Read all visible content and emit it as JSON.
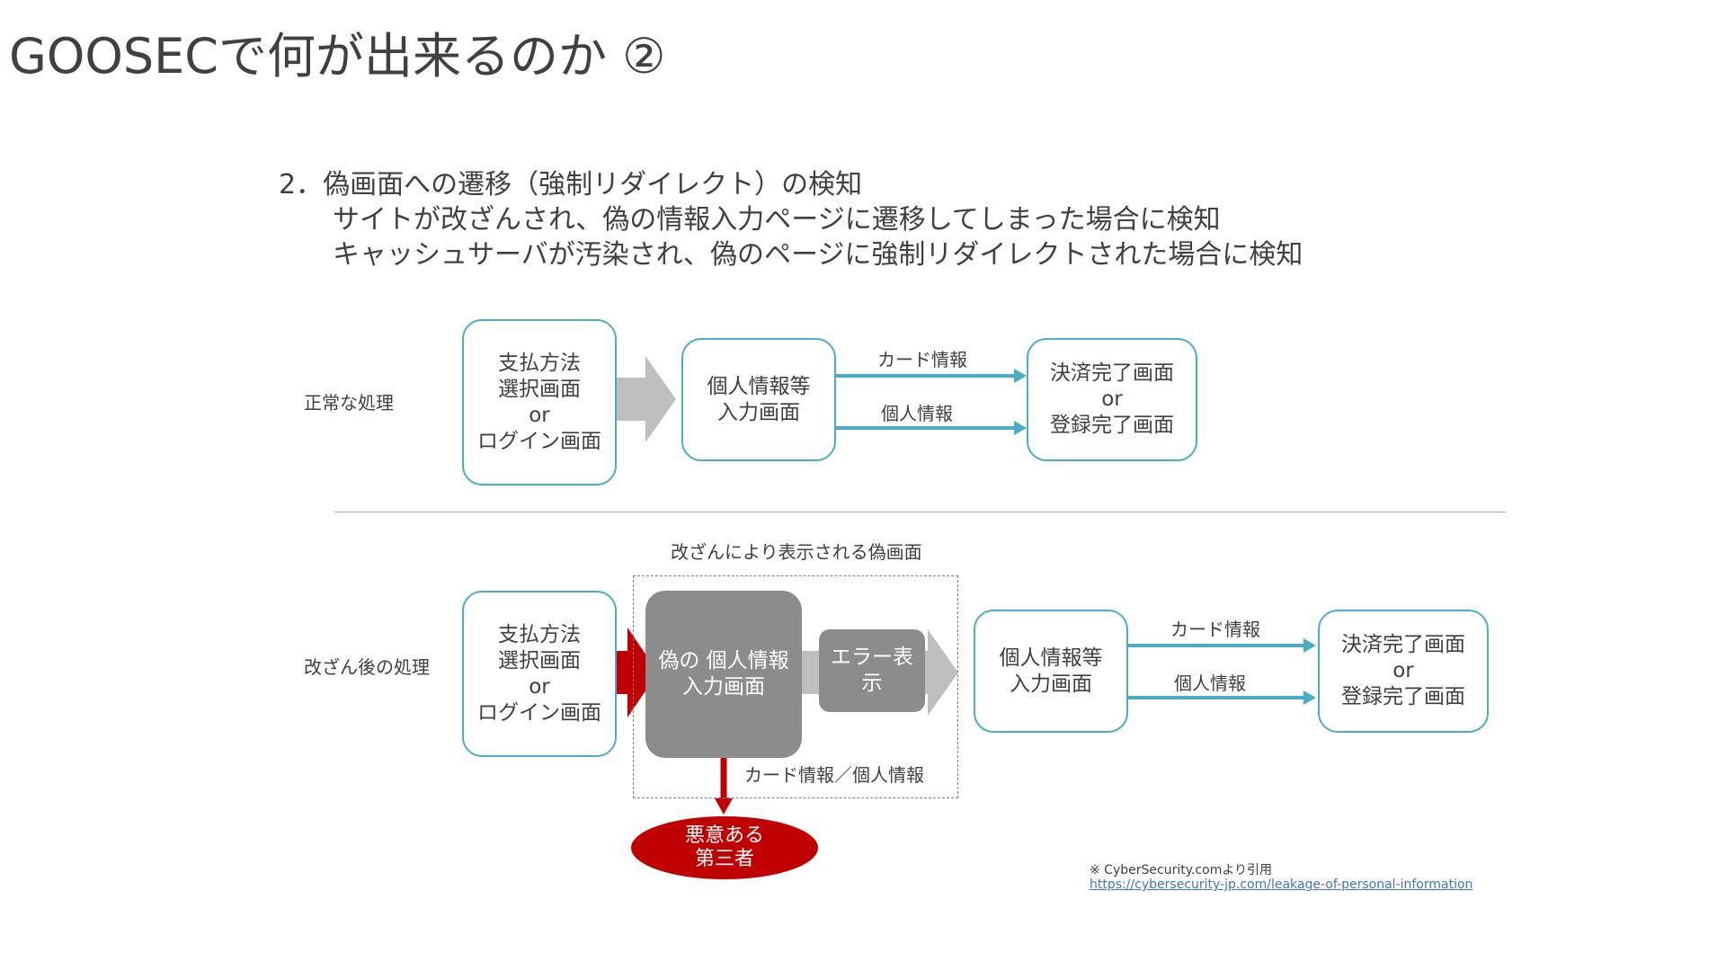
{
  "title": "GOOSECで何が出来るのか ②",
  "description": {
    "line1": "2．偽画面への遷移（強制リダイレクト）の検知",
    "line2": "サイトが改ざんされ、偽の情報入力ページに遷移してしまった場合に検知",
    "line3": "キャッシュサーバが汚染され、偽のページに強制リダイレクトされた場合に検知"
  },
  "normal_flow": {
    "row_label": "正常な処理",
    "payment_box": [
      "支払方法",
      "選択画面",
      "or",
      "ログイン画面"
    ],
    "personal_box": [
      "個人情報等",
      "入力画面"
    ],
    "arrow_card_label": "カード情報",
    "arrow_personal_label": "個人情報",
    "complete_box": [
      "決済完了画面",
      "or",
      "登録完了画面"
    ]
  },
  "tampered_flow": {
    "row_label": "改ざん後の処理",
    "fake_region_label": "改ざんにより表示される偽画面",
    "payment_box": [
      "支払方法",
      "選択画面",
      "or",
      "ログイン画面"
    ],
    "fake_box": [
      "偽の",
      "個人情報",
      "入力画面"
    ],
    "error_box": [
      "エラー表",
      "示"
    ],
    "leak_label": "カード情報／個人情報",
    "attacker": [
      "悪意ある",
      "第三者"
    ],
    "personal_box": [
      "個人情報等",
      "入力画面"
    ],
    "arrow_card_label": "カード情報",
    "arrow_personal_label": "個人情報",
    "complete_box": [
      "決済完了画面",
      "or",
      "登録完了画面"
    ]
  },
  "source": {
    "note": "※ CyberSecurity.comより引用",
    "url": "https://cybersecurity-jp.com/leakage-of-personal-information"
  },
  "colors": {
    "box_border": "#4bacc6",
    "flow_arrow": "#4bacc6",
    "gray_arrow": "#bfbfbf",
    "fake_fill": "#8c8c8c",
    "danger": "#c00000"
  }
}
